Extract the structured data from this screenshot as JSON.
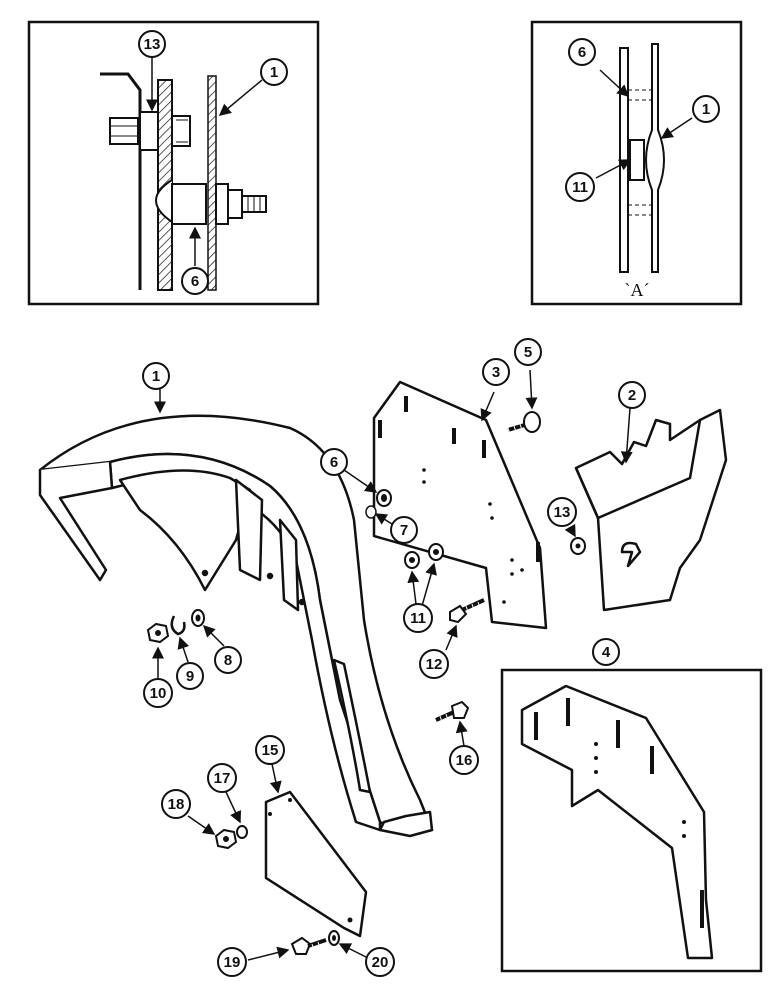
{
  "inset_caption": "`A´",
  "callouts": {
    "c13_inset": "13",
    "c1_inset": "1",
    "c6_inset": "6",
    "c6_insetA": "6",
    "c1_insetA": "1",
    "c11_insetA": "11",
    "c1": "1",
    "c2": "2",
    "c3": "3",
    "c4": "4",
    "c5": "5",
    "c6": "6",
    "c7": "7",
    "c8": "8",
    "c9": "9",
    "c10": "10",
    "c11": "11",
    "c12": "12",
    "c13": "13",
    "c15": "15",
    "c16": "16",
    "c17": "17",
    "c18": "18",
    "c19": "19",
    "c20": "20"
  },
  "colors": {
    "line": "#111111",
    "paper": "#ffffff"
  }
}
